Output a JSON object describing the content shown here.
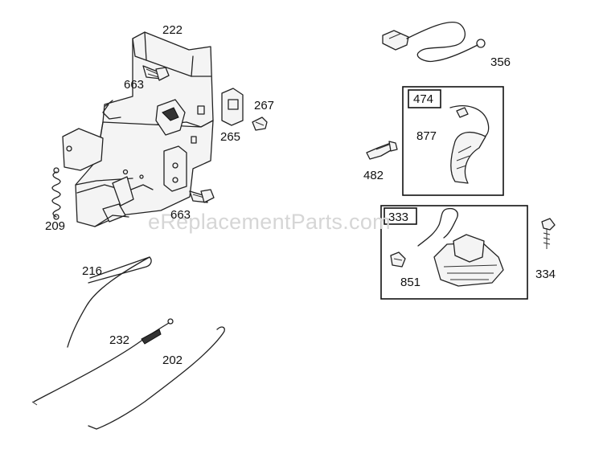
{
  "watermark": "eReplacementParts.com",
  "parts": {
    "p222": "222",
    "p663a": "663",
    "p267": "267",
    "p265": "265",
    "p209": "209",
    "p663b": "663",
    "p356": "356",
    "p474": "474",
    "p877": "877",
    "p482": "482",
    "p333": "333",
    "p334": "334",
    "p851": "851",
    "p216": "216",
    "p232": "232",
    "p202": "202"
  }
}
